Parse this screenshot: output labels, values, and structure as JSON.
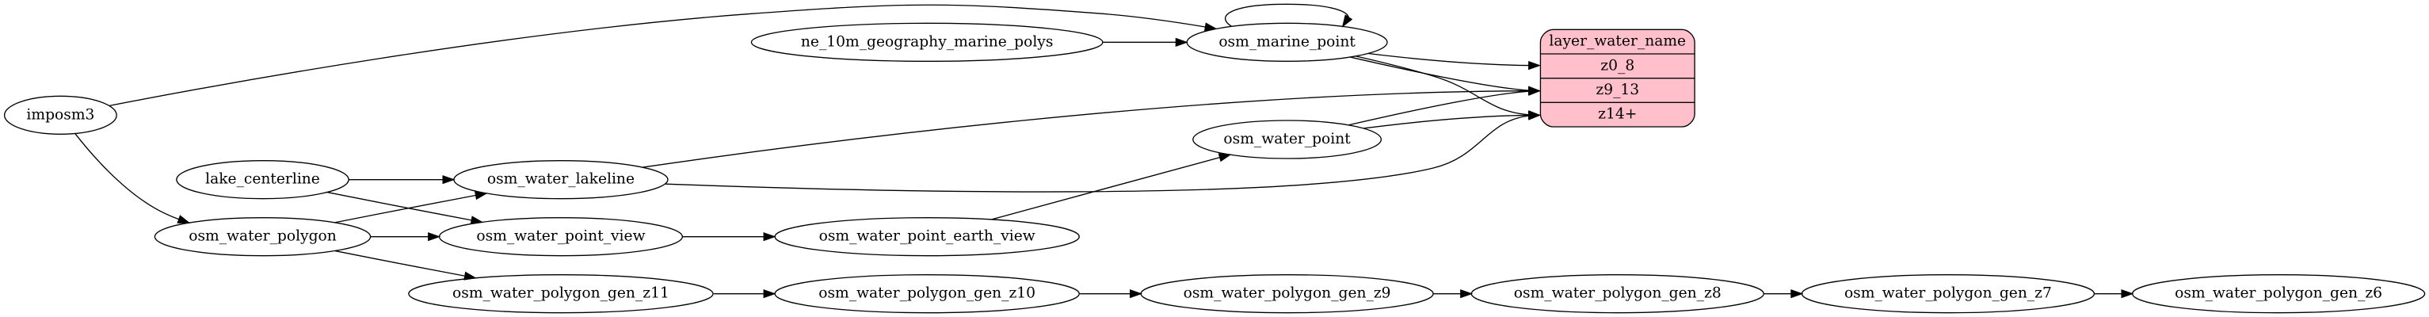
{
  "diagram": {
    "type": "etl-dependency-graph",
    "background": "#ffffff",
    "line_color": "#000000"
  },
  "layer_node": {
    "title": "layer_water_name",
    "rows": [
      "z0_8",
      "z9_13",
      "z14+"
    ],
    "fill": "#ffc0cb",
    "stroke": "#000000"
  },
  "nodes": [
    {
      "label": "osm_marine_point"
    },
    {
      "label": "osm_water_polygon_gen_z8"
    },
    {
      "label": "osm_water_polygon_gen_z7"
    },
    {
      "label": "osm_water_polygon_gen_z6"
    },
    {
      "label": "lake_centerline"
    },
    {
      "label": "osm_water_lakeline"
    },
    {
      "label": "osm_water_point_view"
    },
    {
      "label": "osm_water_polygon"
    },
    {
      "label": "osm_water_polygon_gen_z11"
    },
    {
      "label": "osm_water_point"
    },
    {
      "label": "osm_water_polygon_gen_z10"
    },
    {
      "label": "osm_water_polygon_gen_z9"
    },
    {
      "label": "osm_water_point_earth_view"
    },
    {
      "label": "ne_10m_geography_marine_polys"
    },
    {
      "label": "imposm3"
    }
  ],
  "edges": [
    {
      "from": "osm_marine_point",
      "to": "layer_water_name",
      "to_row": "z14+"
    },
    {
      "from": "osm_marine_point",
      "to": "layer_water_name",
      "to_row": "z0_8"
    },
    {
      "from": "osm_marine_point",
      "to": "layer_water_name",
      "to_row": "z9_13"
    },
    {
      "from": "osm_marine_point",
      "to": "osm_marine_point"
    },
    {
      "from": "osm_water_polygon_gen_z8",
      "to": "osm_water_polygon_gen_z7"
    },
    {
      "from": "osm_water_polygon_gen_z7",
      "to": "osm_water_polygon_gen_z6"
    },
    {
      "from": "lake_centerline",
      "to": "osm_water_lakeline"
    },
    {
      "from": "lake_centerline",
      "to": "osm_water_point_view"
    },
    {
      "from": "osm_water_lakeline",
      "to": "layer_water_name",
      "to_row": "z14+"
    },
    {
      "from": "osm_water_lakeline",
      "to": "layer_water_name",
      "to_row": "z9_13"
    },
    {
      "from": "osm_water_polygon",
      "to": "osm_water_lakeline"
    },
    {
      "from": "osm_water_polygon",
      "to": "osm_water_point_view"
    },
    {
      "from": "osm_water_polygon",
      "to": "osm_water_polygon_gen_z11"
    },
    {
      "from": "osm_water_point",
      "to": "layer_water_name",
      "to_row": "z9_13"
    },
    {
      "from": "osm_water_point",
      "to": "layer_water_name",
      "to_row": "z14+"
    },
    {
      "from": "osm_water_polygon_gen_z10",
      "to": "osm_water_polygon_gen_z9"
    },
    {
      "from": "osm_water_polygon_gen_z9",
      "to": "osm_water_polygon_gen_z8"
    },
    {
      "from": "osm_water_point_earth_view",
      "to": "osm_water_point"
    },
    {
      "from": "ne_10m_geography_marine_polys",
      "to": "osm_marine_point"
    },
    {
      "from": "imposm3",
      "to": "osm_marine_point"
    },
    {
      "from": "imposm3",
      "to": "osm_water_polygon"
    },
    {
      "from": "osm_water_point_view",
      "to": "osm_water_point_earth_view"
    },
    {
      "from": "osm_water_polygon_gen_z11",
      "to": "osm_water_polygon_gen_z10"
    }
  ]
}
